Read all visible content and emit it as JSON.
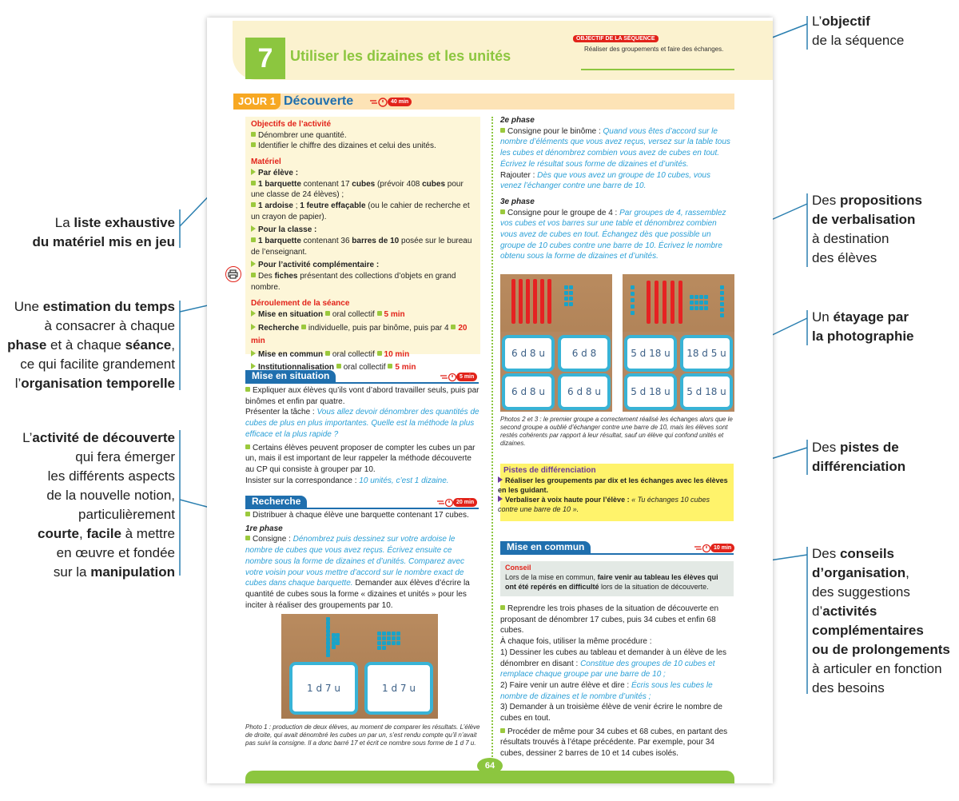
{
  "chapter": {
    "number": "7",
    "title": "Utiliser les dizaines et les unités"
  },
  "objective": {
    "tag": "OBJECTIF DE LA SÉQUENCE",
    "text": "Réaliser des groupements et faire des échanges."
  },
  "day": {
    "label": "JOUR 1",
    "title": "Découverte",
    "duration": "40 min"
  },
  "activity": {
    "obj_title": "Objectifs de l’activité",
    "obj1": "Dénombrer une quantité.",
    "obj2": "Identifier le chiffre des dizaines et celui des unités.",
    "mat_title": "Matériel",
    "per_student": "Par élève :",
    "m1a": "1 barquette",
    "m1b": " contenant 17 ",
    "m1c": "cubes",
    "m1d": " (prévoir 408 ",
    "m1e": "cubes",
    "m1f": " pour une classe de 24 élèves) ;",
    "m2a": "1 ardoise",
    "m2b": " ; ",
    "m2c": "1 feutre effaçable",
    "m2d": " (ou le cahier de recherche et un crayon de papier).",
    "for_class": "Pour la classe :",
    "m3a": "1 barquette",
    "m3b": " contenant 36 ",
    "m3c": "barres de 10",
    "m3d": " posée sur le bureau de l’enseignant.",
    "for_compl": "Pour l’activité complémentaire :",
    "m4a": "Des ",
    "m4b": "fiches",
    "m4c": " présentant des collections d’objets en grand nombre.",
    "dev_title": "Déroulement de la séance",
    "steps": [
      {
        "name": "Mise en situation",
        "mode": "oral collectif",
        "time": "5 min"
      },
      {
        "name": "Recherche",
        "mode": "individuelle, puis par binôme, puis par 4",
        "time": "20 min"
      },
      {
        "name": "Mise en commun",
        "mode": "oral collectif",
        "time": "10 min"
      },
      {
        "name": "Institutionnalisation",
        "mode": "oral collectif",
        "time": "5 min"
      }
    ]
  },
  "mise_en_situation": {
    "title": "Mise en situation",
    "time": "5 min",
    "p1": "Expliquer aux élèves qu’ils vont d’abord travailler seuls, puis par binômes et enfin par quatre.",
    "p2a": "Présenter la tâche : ",
    "p2b": "Vous allez devoir dénombrer des quantités de cubes de plus en plus importantes. Quelle est la méthode la plus efficace et la plus rapide ?",
    "p3": "Certains élèves peuvent proposer de compter les cubes un par un, mais il est important de leur rappeler la méthode découverte au CP qui consiste à grouper par 10.",
    "p4a": "Insister sur la correspondance : ",
    "p4b": "10 unités, c’est 1 dizaine."
  },
  "recherche": {
    "title": "Recherche",
    "time": "20 min",
    "p1": "Distribuer à chaque élève une barquette contenant 17 cubes.",
    "phase1": "1re phase",
    "p2a": "Consigne : ",
    "p2b": "Dénombrez puis dessinez sur votre ardoise le nombre de cubes que vous avez reçus. Écrivez ensuite ce nombre sous la forme de dizaines et d’unités. Comparez avec votre voisin pour vous mettre d’accord sur le nombre exact de cubes dans chaque barquette.",
    "p2c": " Demander aux élèves d’écrire la quantité de cubes sous la forme « dizaines et unités » pour les inciter à réaliser des groupements par 10.",
    "photo1_slate_left": "1 d 7 u",
    "photo1_slate_right": "1 d 7 u",
    "photo1_caption": "Photo 1 : production de deux élèves, au moment de comparer les résultats. L’élève de droite, qui avait dénombré les cubes un par un, s’est rendu compte qu’il n’avait pas suivi la consigne. Il a donc barré 17 et écrit ce nombre sous forme de 1 d 7 u."
  },
  "phase2": {
    "title": "2e phase",
    "p1a": "Consigne pour le binôme : ",
    "p1b": "Quand vous êtes d’accord sur le nombre d’éléments que vous avez reçus, versez sur la table tous les cubes et dénombrez combien vous avez de cubes en tout. Écrivez le résultat sous forme de dizaines et d’unités.",
    "p2a": "Rajouter : ",
    "p2b": "Dès que vous avez un groupe de 10 cubes, vous venez l’échanger contre une barre de 10."
  },
  "phase3": {
    "title": "3e phase",
    "p1a": "Consigne pour le groupe de 4 : ",
    "p1b": "Par groupes de 4, rassemblez vos cubes et vos barres sur une table et dénombrez combien vous avez de cubes en tout. Échangez dès que possible un groupe de 10 cubes contre une barre de 10. Écrivez le nombre obtenu sous la forme de dizaines et d’unités."
  },
  "photos23": {
    "slates_left": [
      "6 d 8 u",
      "6 d 8",
      "6 d 8 u",
      "6 d 8 u"
    ],
    "slates_right": [
      "5 d 18 u",
      "18 d 5 u",
      "5 d 18 u",
      "5 d 18 u"
    ],
    "caption": "Photos 2 et 3 : le premier groupe a correctement réalisé les échanges alors que le second groupe a oublié d’échanger contre une barre de 10, mais les élèves sont restés cohérents par rapport à leur résultat, sauf un élève qui confond unités et dizaines."
  },
  "differenciation": {
    "title": "Pistes de différenciation",
    "b1": "Réaliser les groupements par dix et les échanges avec les élèves en les guidant.",
    "b2a": "Verbaliser à voix haute pour l’élève : ",
    "b2b": "« Tu échanges 10 cubes contre une barre de 10 »."
  },
  "mise_en_commun": {
    "title": "Mise en commun",
    "time": "10 min",
    "conseil_title": "Conseil",
    "conseil_a": "Lors de la mise en commun, ",
    "conseil_b": "faire venir au tableau les élèves qui ont été repérés en difficulté",
    "conseil_c": " lors de la situation de découverte.",
    "p1": "Reprendre les trois phases de la situation de découverte en proposant de dénombrer 17 cubes, puis 34 cubes et enfin 68 cubes.",
    "p2": "À chaque fois, utiliser la même procédure :",
    "p3a": "1) Dessiner les cubes au tableau et demander à un élève de les dénombrer en disant : ",
    "p3b": "Constitue des groupes de 10 cubes et remplace chaque groupe par une barre de 10 ;",
    "p4a": "2) Faire venir un autre élève et dire : ",
    "p4b": "Écris sous les cubes le nombre de dizaines et le nombre d’unités ;",
    "p5": "3) Demander à un troisième élève de venir écrire le nombre de cubes en tout.",
    "p6": "Procéder de même pour 34 cubes et 68 cubes, en partant des résultats trouvés à l’étape précédente. Par exemple, pour 34 cubes, dessiner 2 barres de 10 et 14 cubes isolés."
  },
  "page_number": "64",
  "annotations": {
    "a1_1": "La ",
    "a1_2": "liste exhaustive",
    "a1_3": "du matériel mis en jeu",
    "a2_1": "Une ",
    "a2_2": "estimation du temps",
    "a2_3": "à consacrer à chaque",
    "a2_4": "phase",
    "a2_5": " et à chaque ",
    "a2_6": "séance",
    "a2_7": ",",
    "a2_8": "ce qui facilite grandement",
    "a2_9": "l’",
    "a2_10": "organisation temporelle",
    "a3_1": "L’",
    "a3_2": "activité de découverte",
    "a3_3": "qui fera émerger",
    "a3_4": "les différents aspects",
    "a3_5": "de la nouvelle notion,",
    "a3_6": "particulièrement",
    "a3_7": "courte",
    "a3_8": ", ",
    "a3_9": "facile",
    "a3_10": " à mettre",
    "a3_11": "en œuvre et fondée",
    "a3_12": "sur la ",
    "a3_13": "manipulation",
    "r1_1": "L’",
    "r1_2": "objectif",
    "r1_3": "de la séquence",
    "r2_1": "Des ",
    "r2_2": "propositions",
    "r2_3": "de verbalisation",
    "r2_4": "à destination",
    "r2_5": "des élèves",
    "r3_1": "Un ",
    "r3_2": "étayage par",
    "r3_3": "la photographie",
    "r4_1": "Des ",
    "r4_2": "pistes de",
    "r4_3": "différenciation",
    "r5_1": "Des ",
    "r5_2": "conseils",
    "r5_3": "d’organisation",
    "r5_4": ",",
    "r5_5": "des suggestions",
    "r5_6": "d’",
    "r5_7": "activités",
    "r5_8": "complémentaires",
    "r5_9": "ou de prolongements",
    "r5_10": "à articuler en fonction",
    "r5_11": "des besoins"
  },
  "colors": {
    "accent_green": "#8cc63f",
    "blue": "#1f6fae",
    "cyan_text": "#2a9fd6",
    "red": "#e2231a",
    "cream": "#fdf6d8",
    "yellow": "#fff36b"
  }
}
